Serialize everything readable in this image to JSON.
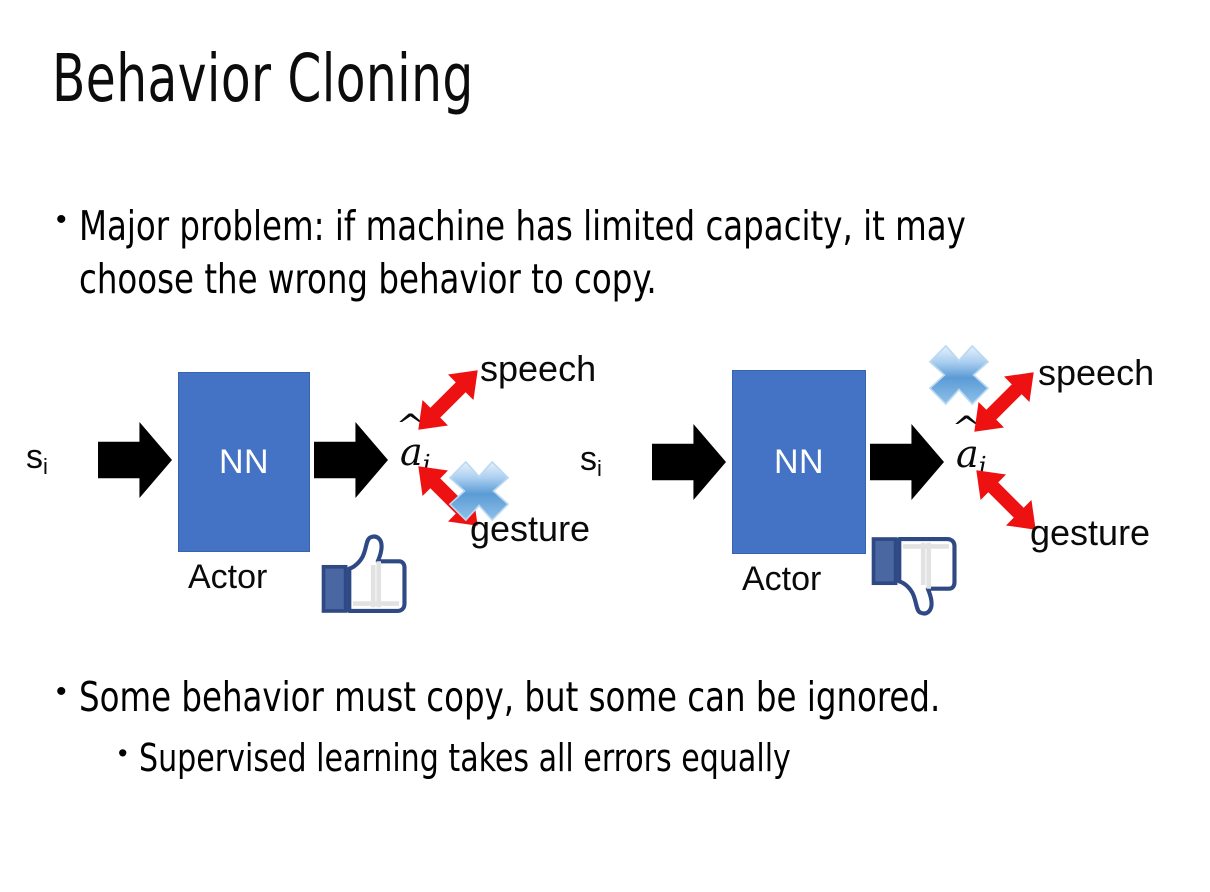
{
  "slide": {
    "title": "Behavior Cloning",
    "background_color": "#FFFFFF",
    "bullet_char": "•"
  },
  "bullets": [
    {
      "id": "major-problem",
      "level": 1,
      "text": "Major problem: if machine has limited capacity, it may choose the wrong behavior to copy."
    },
    {
      "id": "some-behavior",
      "level": 1,
      "text": "Some behavior must copy, but some can be ignored."
    },
    {
      "id": "supervised-learning",
      "level": 2,
      "text": "Supervised learning takes all errors equally"
    }
  ],
  "diagrams": [
    {
      "id": "left",
      "state_label": "s",
      "state_subscript": "i",
      "network_label": "NN",
      "network_caption": "Actor",
      "action_label": "a",
      "action_subscript": "i",
      "modality_top": "speech",
      "modality_bottom": "gesture",
      "crossed_out": "gesture",
      "verdict_icon": "thumbs-up-icon",
      "network_fill": "#4472C4",
      "network_border": "#3A63AE",
      "arrow_color": "#000000",
      "modality_arrow_color": "#EE1111",
      "cross_color": "#4A90D9",
      "hand_color": "#3B5998"
    },
    {
      "id": "right",
      "state_label": "s",
      "state_subscript": "i",
      "network_label": "NN",
      "network_caption": "Actor",
      "action_label": "a",
      "action_subscript": "i",
      "modality_top": "speech",
      "modality_bottom": "gesture",
      "crossed_out": "speech",
      "verdict_icon": "thumbs-down-icon",
      "network_fill": "#4472C4",
      "network_border": "#3A63AE",
      "arrow_color": "#000000",
      "modality_arrow_color": "#EE1111",
      "cross_color": "#4A90D9",
      "hand_color": "#3B5998"
    }
  ]
}
